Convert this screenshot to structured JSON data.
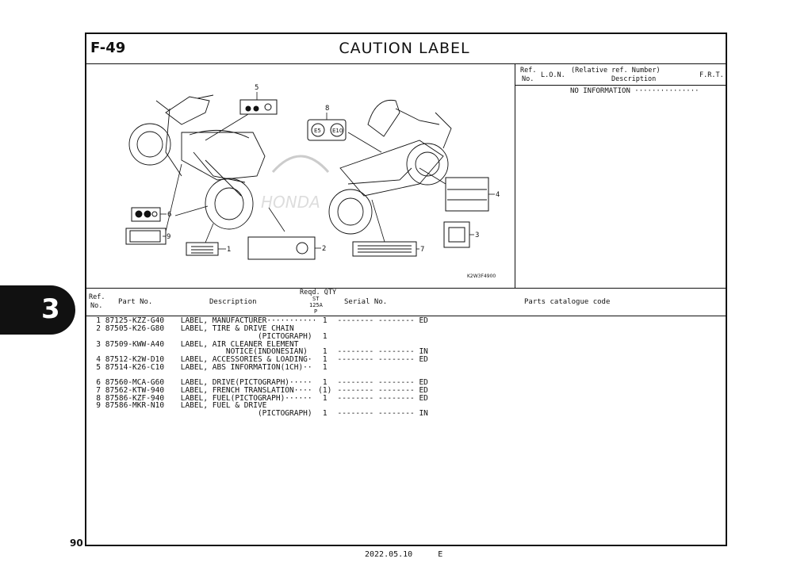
{
  "header": {
    "figure_number": "F-49",
    "title": "CAUTION  LABEL"
  },
  "ref_panel": {
    "col_ref": "Ref.\nNo.",
    "col_lon": "L.O.N.",
    "col_rel": "(Relative ref. Number)",
    "col_desc": "Description",
    "col_frt": "F.R.T.",
    "info": "NO INFORMATION ···············"
  },
  "illustration": {
    "code": "K2W3F4900",
    "callouts": [
      "1",
      "2",
      "3",
      "4",
      "5",
      "6",
      "7",
      "8",
      "9"
    ],
    "label8_left": "E5",
    "label8_right": "E10"
  },
  "table_header": {
    "ref": "Ref.",
    "no": "No.",
    "part_no": "Part No.",
    "description": "Description",
    "reqd_qty": "Reqd. QTY",
    "st": "ST",
    "model": "125A",
    "p": "P",
    "serial_no": "Serial No.",
    "catalogue_code": "Parts catalogue code"
  },
  "rows": [
    {
      "ref": "1",
      "part": "87125-KZZ-G40",
      "desc": "LABEL, MANUFACTURER···········",
      "qty": "1",
      "serial": "-------- --------",
      "code": "ED"
    },
    {
      "ref": "2",
      "part": "87505-K26-G80",
      "desc": "LABEL, TIRE & DRIVE CHAIN",
      "qty": "",
      "serial": "",
      "code": ""
    },
    {
      "ref": "",
      "part": "",
      "desc": "                 (PICTOGRAPH)",
      "qty": "1",
      "serial": "",
      "code": ""
    },
    {
      "ref": "3",
      "part": "87509-KWW-A40",
      "desc": "LABEL, AIR CLEANER ELEMENT",
      "qty": "",
      "serial": "",
      "code": ""
    },
    {
      "ref": "",
      "part": "",
      "desc": "          NOTICE(INDONESIAN)",
      "qty": "1",
      "serial": "-------- --------",
      "code": "IN"
    },
    {
      "ref": "4",
      "part": "87512-K2W-D10",
      "desc": "LABEL, ACCESSORIES & LOADING·",
      "qty": "1",
      "serial": "-------- --------",
      "code": "ED"
    },
    {
      "ref": "5",
      "part": "87514-K26-C10",
      "desc": "LABEL, ABS INFORMATION(1CH)··",
      "qty": "1",
      "serial": "",
      "code": ""
    },
    {
      "ref": "",
      "part": "",
      "desc": "",
      "qty": "",
      "serial": "",
      "code": ""
    },
    {
      "ref": "6",
      "part": "87560-MCA-G60",
      "desc": "LABEL, DRIVE(PICTOGRAPH)·····",
      "qty": "1",
      "serial": "-------- --------",
      "code": "ED"
    },
    {
      "ref": "7",
      "part": "87562-KTW-940",
      "desc": "LABEL, FRENCH TRANSLATION····",
      "qty": "(1)",
      "serial": "-------- --------",
      "code": "ED"
    },
    {
      "ref": "8",
      "part": "87586-KZF-940",
      "desc": "LABEL, FUEL(PICTOGRAPH)······",
      "qty": "1",
      "serial": "-------- --------",
      "code": "ED"
    },
    {
      "ref": "9",
      "part": "87586-MKR-N10",
      "desc": "LABEL, FUEL & DRIVE",
      "qty": "",
      "serial": "",
      "code": ""
    },
    {
      "ref": "",
      "part": "",
      "desc": "                 (PICTOGRAPH)",
      "qty": "1",
      "serial": "-------- --------",
      "code": "IN"
    }
  ],
  "section_tab": "3",
  "page_number": "90",
  "footer": {
    "date": "2022.05.10",
    "edition": "E"
  }
}
